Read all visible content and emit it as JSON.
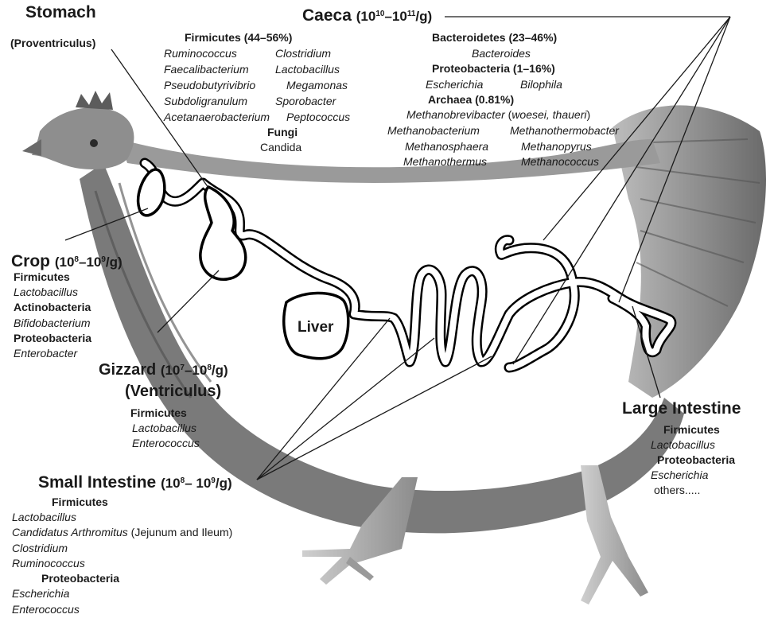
{
  "labels": {
    "stomach": {
      "title": "Stomach",
      "sub": "(Proventriculus)"
    },
    "caeca": {
      "title": "Caeca",
      "conc_a": "(10",
      "exp1": "10",
      "dash": "–10",
      "exp2": "11",
      "conc_end": "/g)",
      "left": {
        "phylum1": "Firmicutes (44–56%)",
        "genera": [
          "Ruminococcus",
          "Clostridium",
          "Faecalibacterium",
          "Lactobacillus",
          "Pseudobutyrivibrio",
          "Megamonas",
          "Subdoligranulum",
          "Sporobacter",
          "Acetanaerobacterium",
          "Peptococcus"
        ],
        "fungi": "Fungi",
        "candida": "Candida"
      },
      "right": {
        "phylum1": "Bacteroidetes (23–46%)",
        "g1": "Bacteroides",
        "phylum2": "Proteobacteria (1–16%)",
        "g2a": "Escherichia",
        "g2b": "Bilophila",
        "phylum3": "Archaea (0.81%)",
        "g3_italic": "Methanobrevibacter",
        "g3_plain": " (",
        "g3_species": "woesei, thaueri",
        "g3_close": ")",
        "archaea": [
          "Methanobacterium",
          "Methanothermobacter",
          "Methanosphaera",
          "Methanopyrus",
          "Methanothermus",
          "Methanococcus"
        ]
      }
    },
    "crop": {
      "title": "Crop",
      "conc_a": "(10",
      "exp1": "8",
      "dash": "–10",
      "exp2": "9",
      "conc_end": "/g)",
      "items": [
        {
          "text": "Firmicutes",
          "kind": "phylum"
        },
        {
          "text": "Lactobacillus",
          "kind": "genus"
        },
        {
          "text": "Actinobacteria",
          "kind": "phylum"
        },
        {
          "text": "Bifidobacterium",
          "kind": "genus"
        },
        {
          "text": "Proteobacteria",
          "kind": "phylum"
        },
        {
          "text": "Enterobacter",
          "kind": "genus"
        }
      ]
    },
    "gizzard": {
      "title": "Gizzard",
      "conc_a": "(10",
      "exp1": "7",
      "dash": "–10",
      "exp2": "8",
      "conc_end": "/g)",
      "sub": "(Ventriculus)",
      "phylum": "Firmicutes",
      "genera": [
        "Lactobacillus",
        "Enterococcus"
      ]
    },
    "liver": "Liver",
    "large_intestine": {
      "title": "Large Intestine",
      "phylum1": "Firmicutes",
      "genus1": "Lactobacillus",
      "phylum2": "Proteobacteria",
      "genus2": "Escherichia",
      "others": "others....."
    },
    "small_intestine": {
      "title": "Small Intestine",
      "conc_a": "(10",
      "exp1": "8",
      "dash": "– 10",
      "exp2": "9",
      "conc_end": "/g)",
      "phylum1": "Firmicutes",
      "genus1": "Lactobacillus",
      "genus2": "Candidatus Arthromitus",
      "genus2_note": " (Jejunum and Ileum)",
      "genus3": "Clostridium",
      "genus4": "Ruminococcus",
      "phylum2": "Proteobacteria",
      "genus5": "Escherichia",
      "genus6": "Enterococcus"
    }
  }
}
